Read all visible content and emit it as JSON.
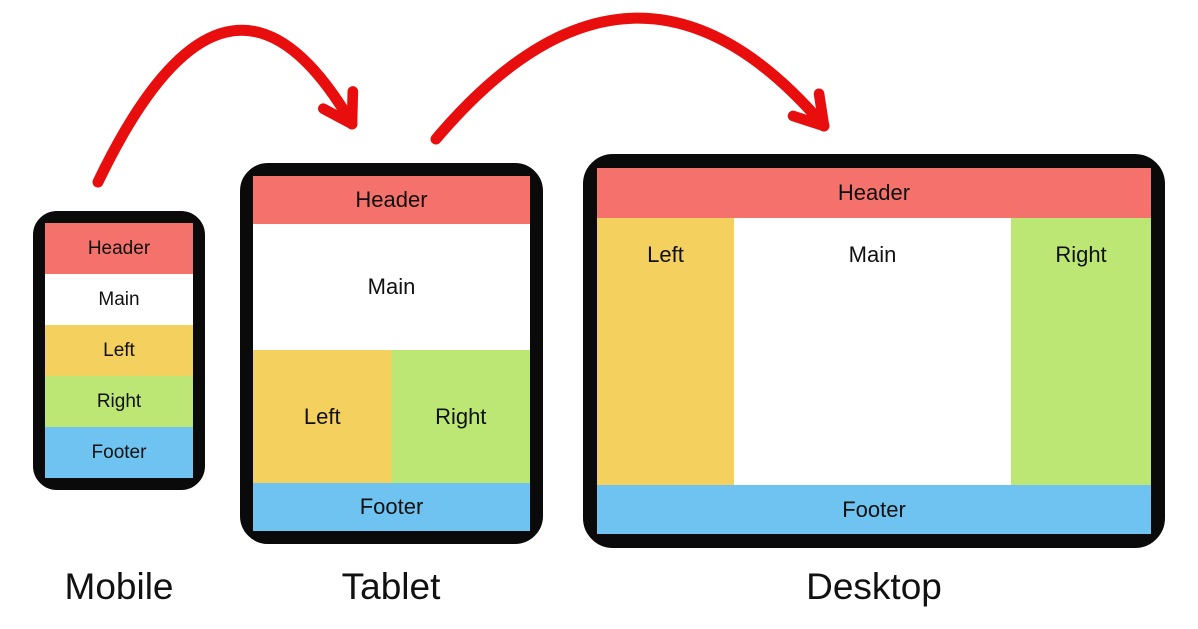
{
  "diagram_title": "responsive-layout-breakpoints",
  "colors": {
    "header": "#f5716b",
    "mainc": "#ffffff",
    "leftc": "#f4d05f",
    "rightc": "#bce774",
    "footer": "#6ec3f0",
    "frame": "#0a0a0a",
    "arrow": "#e90e0e",
    "text": "#111111"
  },
  "devices": [
    {
      "id": "mobile",
      "caption": "Mobile",
      "sections": {
        "header": "Header",
        "main": "Main",
        "left": "Left",
        "right": "Right",
        "footer": "Footer"
      }
    },
    {
      "id": "tablet",
      "caption": "Tablet",
      "sections": {
        "header": "Header",
        "main": "Main",
        "left": "Left",
        "right": "Right",
        "footer": "Footer"
      }
    },
    {
      "id": "desktop",
      "caption": "Desktop",
      "sections": {
        "header": "Header",
        "main": "Main",
        "left": "Left",
        "right": "Right",
        "footer": "Footer"
      }
    }
  ],
  "arrows": [
    {
      "name": "curved-arrow-mobile-to-tablet",
      "from": "Mobile",
      "to": "Tablet"
    },
    {
      "name": "curved-arrow-tablet-to-desktop",
      "from": "Tablet",
      "to": "Desktop"
    }
  ]
}
